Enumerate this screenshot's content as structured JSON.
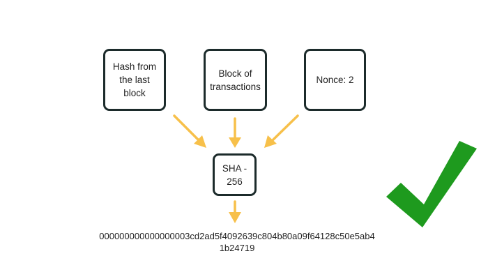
{
  "boxes": {
    "hash": "Hash from\nthe last block",
    "block": "Block of\ntransactions",
    "nonce": "Nonce: 2",
    "sha": "SHA - 256"
  },
  "output": {
    "line1": "000000000000000003cd2ad5f4092639c804b80a09f64128c50e5ab4",
    "line2": "1b24719"
  },
  "colors": {
    "arrow": "#f7c04a",
    "border": "#1c2b2b",
    "check": "#1e9a1e"
  },
  "icons": {
    "check": "checkmark-icon",
    "arrow": "arrow-icon"
  }
}
